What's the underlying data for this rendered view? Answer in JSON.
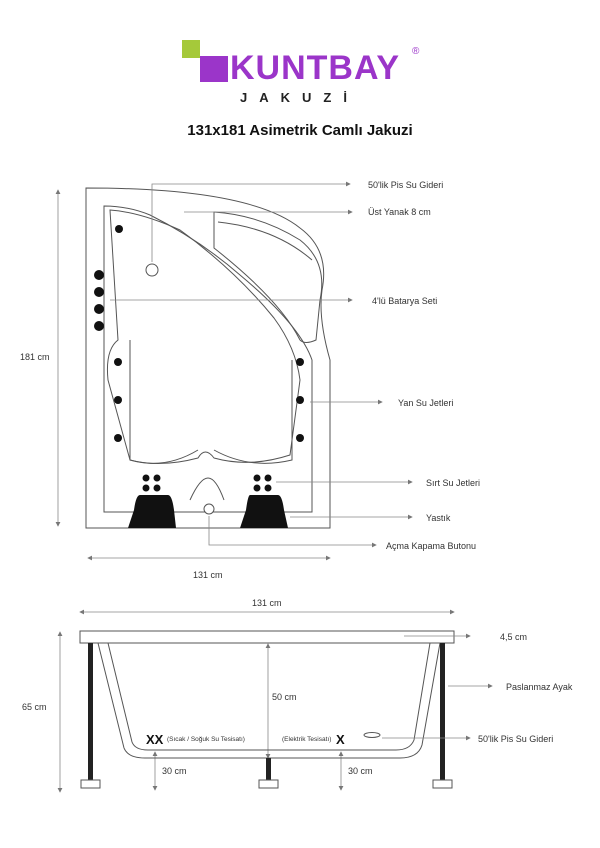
{
  "logo": {
    "brand": "KUNTBAY",
    "registered": "®",
    "subtitle": "JAKUZİ",
    "brand_color": "#9b35c9",
    "accent_color": "#a5c93a"
  },
  "title": "131x181 Asimetrik Camlı Jakuzi",
  "top_view": {
    "height_label": "181 cm",
    "width_label": "131 cm",
    "callouts": {
      "drain": "50'lik Pis Su Gideri",
      "rim": "Üst Yanak 8 cm",
      "battery": "4'lü Batarya Seti",
      "side_jets": "Yan Su Jetleri",
      "back_jets": "Sırt Su Jetleri",
      "pillow": "Yastık",
      "button": "Açma Kapama Butonu"
    }
  },
  "side_view": {
    "width_label": "131 cm",
    "height_label": "65 cm",
    "depth_label": "50 cm",
    "thickness_label": "4,5 cm",
    "leg_label": "Paslanmaz Ayak",
    "drain_label": "50'lik Pis Su Gideri",
    "water_mark": "XX",
    "water_label": "(Sıcak / Soğuk Su Tesisatı)",
    "electric_label": "(Elektrik Tesisatı)",
    "electric_mark": "X",
    "left_offset_label": "30 cm",
    "right_offset_label": "30 cm"
  }
}
